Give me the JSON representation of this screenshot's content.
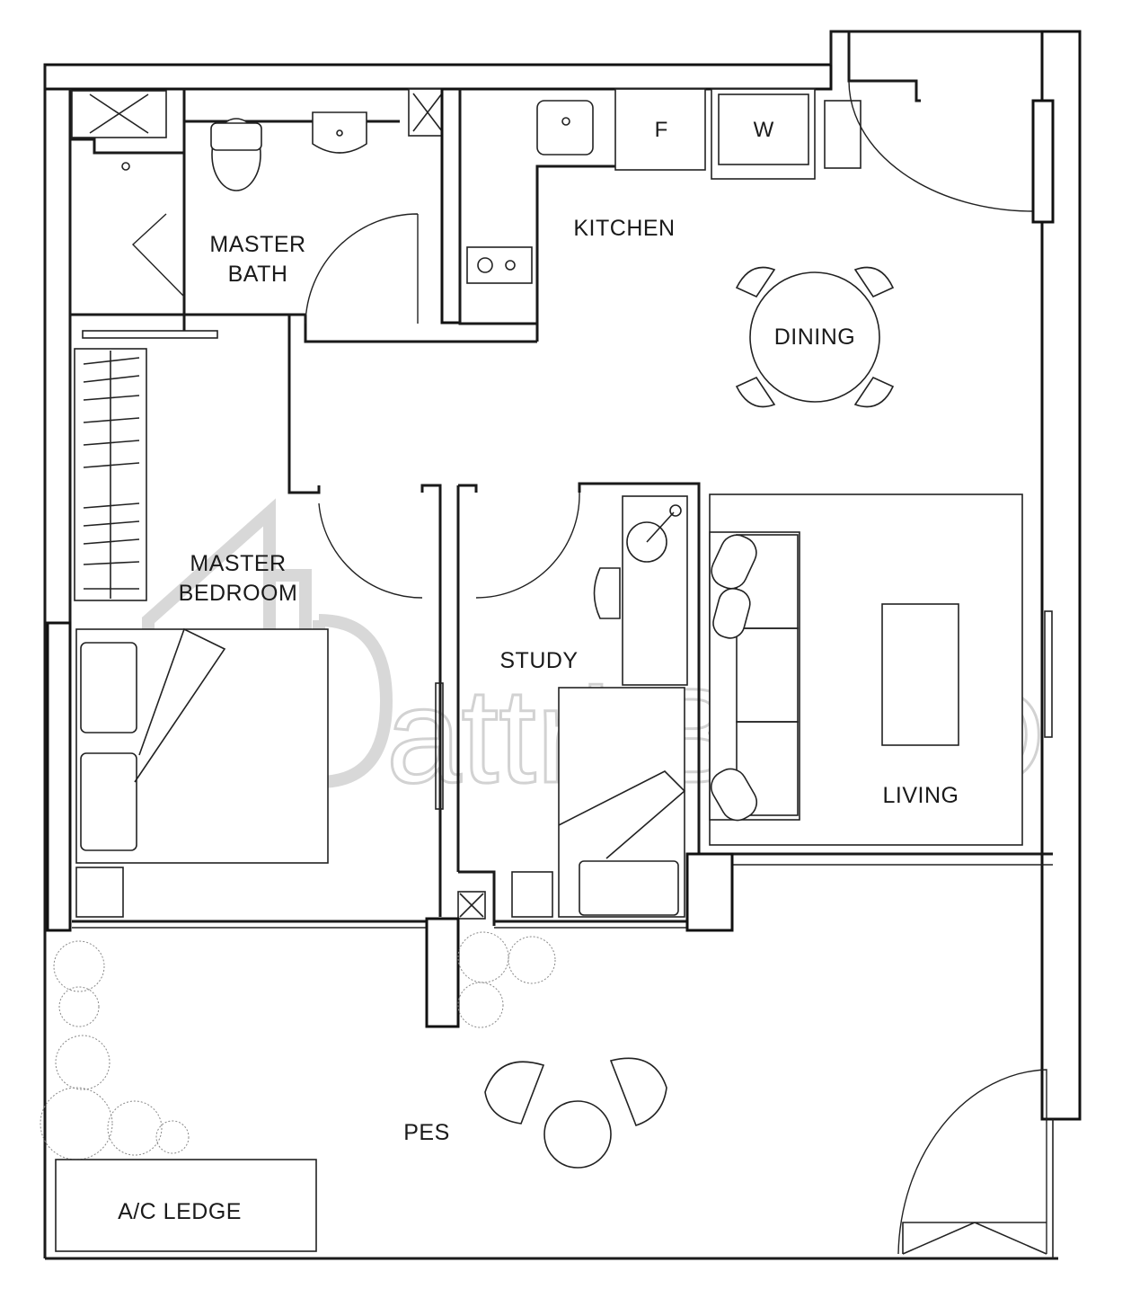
{
  "rooms": {
    "master_bath": [
      "MASTER",
      "BATH"
    ],
    "kitchen": "KITCHEN",
    "dining": "DINING",
    "master_bedroom": [
      "MASTER",
      "BEDROOM"
    ],
    "study": "STUDY",
    "living": "LIVING",
    "pes": "PES",
    "ac_ledge": "A/C LEDGE"
  },
  "fixtures": {
    "fridge": "F",
    "washer": "W"
  },
  "watermark": {
    "text": "attri.BUILD"
  }
}
